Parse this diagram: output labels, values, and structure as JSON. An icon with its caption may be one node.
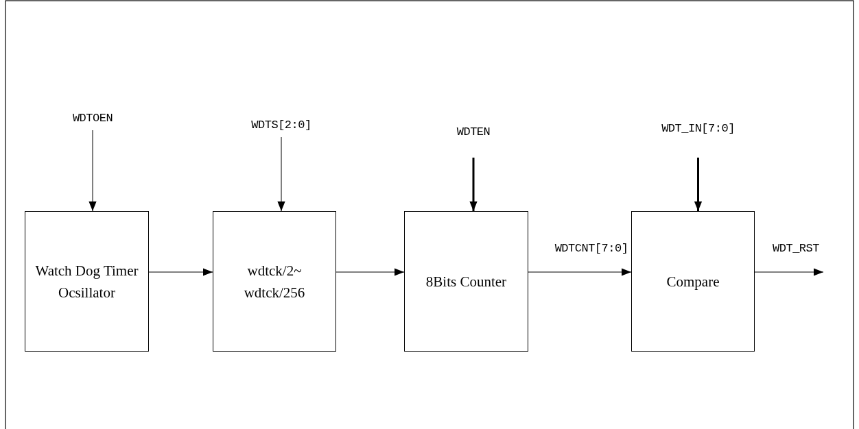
{
  "diagram": {
    "nodes": [
      {
        "text": [
          "WDTOEN"
        ]
      },
      {
        "text": [
          "WDTS[2:0]"
        ]
      },
      {
        "text": [
          "WDTEN"
        ]
      },
      {
        "text": [
          "WDT_IN[7:0]"
        ]
      },
      {
        "text": [
          "Watch Dog Timer Ocsillator"
        ]
      },
      {
        "text": [
          "wdtck/2~ wdtck/256"
        ]
      },
      {
        "text": [
          "8Bits Counter"
        ]
      },
      {
        "text": [
          "Compare"
        ]
      }
    ],
    "edges": [
      {
        "from": 0,
        "to": 4,
        "arrow": "to"
      },
      {
        "from": 1,
        "to": 5,
        "arrow": "to"
      },
      {
        "from": 2,
        "to": 6,
        "arrow": "to",
        "style": "thick"
      },
      {
        "from": 3,
        "to": 7,
        "arrow": "to",
        "style": "thick"
      },
      {
        "from": 4,
        "to": 5,
        "arrow": "to"
      },
      {
        "from": 5,
        "to": 6,
        "arrow": "to"
      },
      {
        "from": 6,
        "to": 7,
        "arrow": "to",
        "label": "WDTCNT[7:0]"
      },
      {
        "from": 7,
        "to": null,
        "arrow": "to",
        "label": "WDT_RST"
      }
    ]
  }
}
